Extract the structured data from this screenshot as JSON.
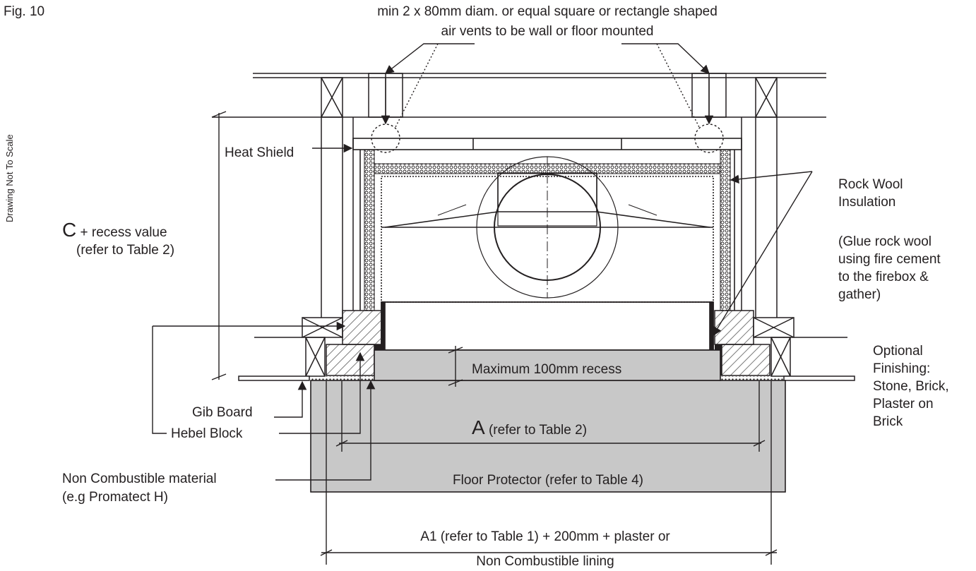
{
  "figure": {
    "number": "Fig. 10",
    "scale_note": "Drawing Not To Scale"
  },
  "labels": {
    "vents_line1": "min 2 x 80mm diam. or equal square or rectangle shaped",
    "vents_line2": "air vents to be wall or floor mounted",
    "heat_shield": "Heat Shield",
    "c_letter": "C",
    "c_rest": " + recess value",
    "c_ref": "(refer to Table 2)",
    "rock_wool_1": "Rock Wool",
    "rock_wool_2": "Insulation",
    "glue_1": "(Glue rock wool",
    "glue_2": "using fire cement",
    "glue_3": "to the firebox &",
    "glue_4": "gather)",
    "optional_1": "Optional",
    "optional_2": "Finishing:",
    "optional_3": "Stone, Brick,",
    "optional_4": "Plaster on",
    "optional_5": "Brick",
    "max_recess": "Maximum 100mm recess",
    "a_letter": "A",
    "a_ref": " (refer to Table 2)",
    "gib_board": "Gib Board",
    "hebel_block": "Hebel Block",
    "non_comb_1": "Non Combustible material",
    "non_comb_2": "(e.g Promatect H)",
    "floor_protector": "Floor Protector (refer to Table 4)",
    "a1_line1": "A1 (refer to Table 1) + 200mm + plaster or",
    "a1_line2": "Non Combustible lining"
  },
  "colors": {
    "line": "#231f20",
    "floor_protector": "#c8c8c8",
    "hatch": "#7a7a7a",
    "background": "#ffffff"
  }
}
